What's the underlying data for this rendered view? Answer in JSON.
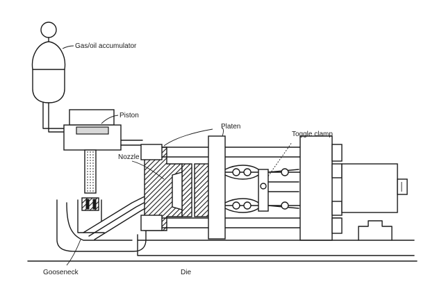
{
  "labels": {
    "accumulator": "Gas/oil accumulator",
    "piston": "Piston",
    "platen": "Platen",
    "toggle_clamp": "Toggle clamp",
    "nozzle": "Nozzle",
    "gooseneck": "Gooseneck",
    "die": "Die"
  },
  "colors": {
    "ink": "#1a1a1a",
    "background": "#ffffff"
  }
}
